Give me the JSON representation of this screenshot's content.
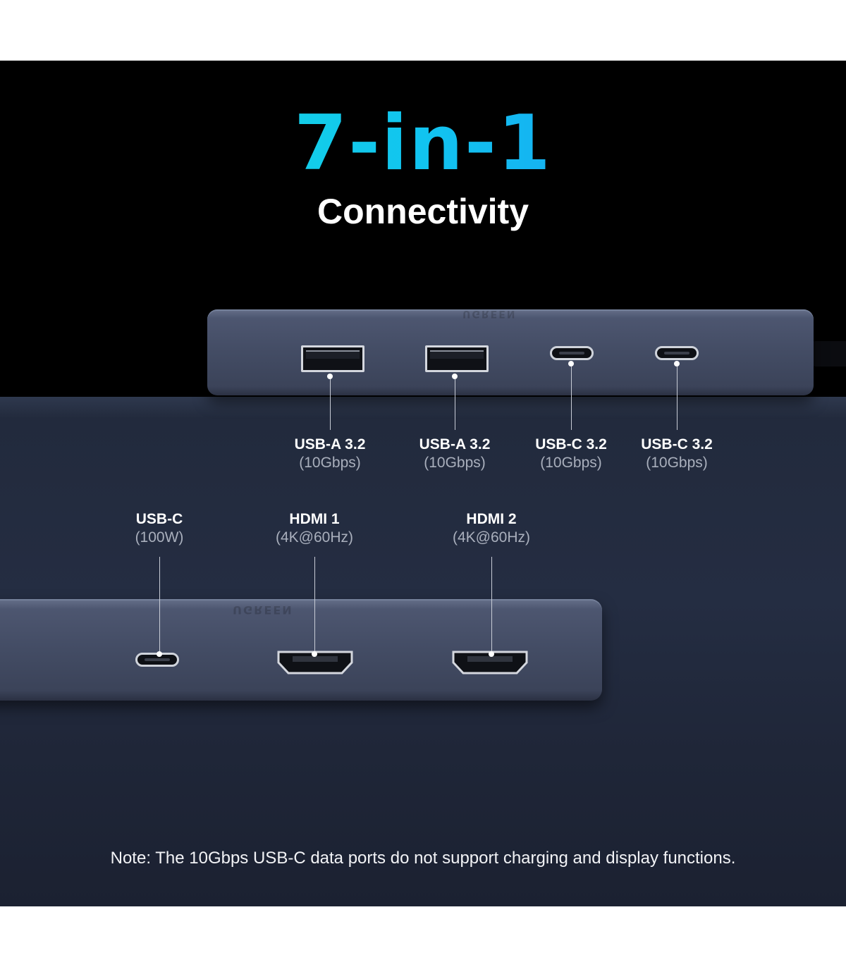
{
  "heading": {
    "main": "7-in-1",
    "sub": "Connectivity"
  },
  "brand_emboss": "UGREEN",
  "ports_top": [
    {
      "name": "USB-A 3.2",
      "spec": "(10Gbps)"
    },
    {
      "name": "USB-A 3.2",
      "spec": "(10Gbps)"
    },
    {
      "name": "USB-C 3.2",
      "spec": "(10Gbps)"
    },
    {
      "name": "USB-C 3.2",
      "spec": "(10Gbps)"
    }
  ],
  "ports_bottom": [
    {
      "name": "USB-C",
      "spec": "(100W)"
    },
    {
      "name": "HDMI 1",
      "spec": "(4K@60Hz)"
    },
    {
      "name": "HDMI 2",
      "spec": "(4K@60Hz)"
    }
  ],
  "note": "Note: The 10Gbps USB-C data ports do not support charging and display functions.",
  "colors": {
    "title_gradient_start": "#17e3d8",
    "title_gradient_end": "#1f8cf4",
    "background": "#000000",
    "hub_body": "#434c64"
  }
}
